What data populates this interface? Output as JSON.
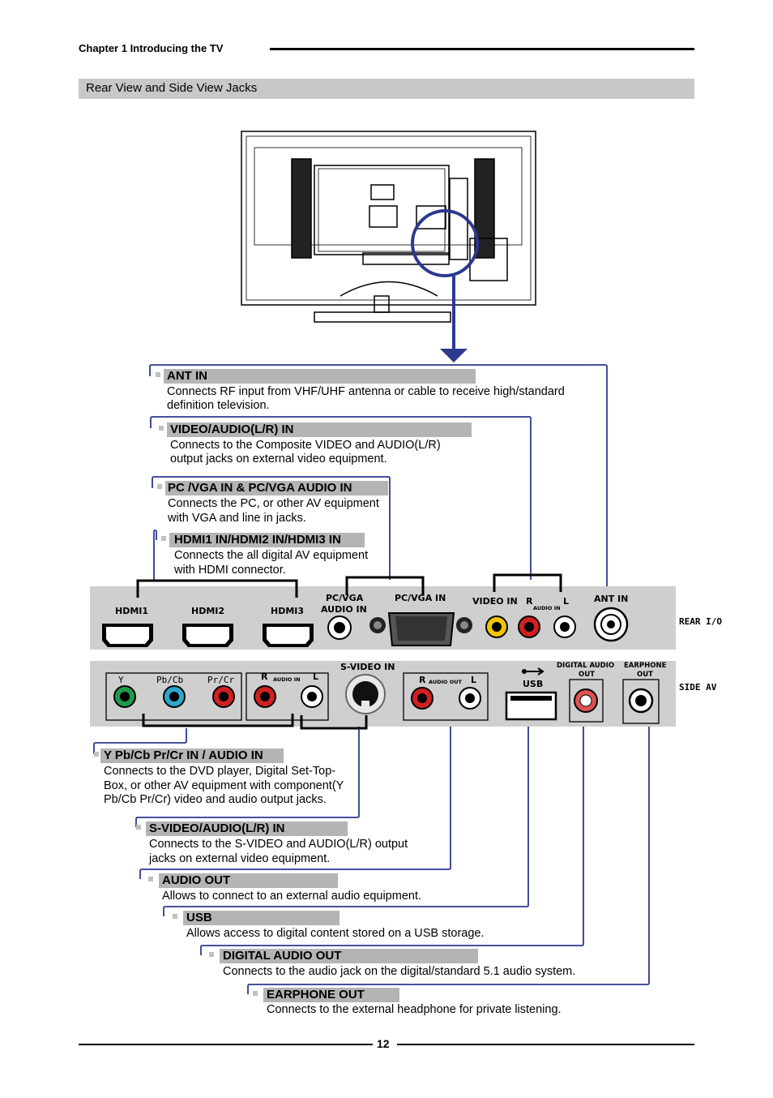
{
  "header": {
    "chapter": "Chapter 1  Introducing the TV"
  },
  "section": {
    "title": "Rear View and Side View Jacks"
  },
  "rear_panel": {
    "name": "REAR I/O",
    "hdmi1": "HDMI1",
    "hdmi2": "HDMI2",
    "hdmi3": "HDMI3",
    "pc_audio_line1": "PC/VGA",
    "pc_audio_line2": "AUDIO IN",
    "pc_in": "PC/VGA IN",
    "video_in": "VIDEO IN",
    "r": "R",
    "l": "L",
    "audio_in_small": "AUDIO IN",
    "ant_in": "ANT IN"
  },
  "side_panel": {
    "name": "SIDE AV",
    "y": "Y",
    "pb": "Pb/Cb",
    "pr": "Pr/Cr",
    "r": "R",
    "l": "L",
    "audio_in_small": "AUDIO IN",
    "svideo_in": "S-VIDEO IN",
    "audio_out_small": "AUDIO OUT",
    "usb": "USB",
    "digital_line1": "DIGITAL AUDIO",
    "digital_line2": "OUT",
    "earphone_line1": "EARPHONE",
    "earphone_line2": "OUT"
  },
  "callouts": [
    {
      "title": "ANT IN",
      "desc1": "Connects RF input from VHF/UHF antenna or cable to receive high/standard",
      "desc2": "definition television."
    },
    {
      "title": "VIDEO/AUDIO(L/R) IN",
      "desc1": "Connects to the Composite VIDEO and AUDIO(L/R)",
      "desc2": "output jacks on external video equipment."
    },
    {
      "title": "PC /VGA IN & PC/VGA AUDIO IN",
      "desc1": "Connects the PC, or other AV equipment",
      "desc2": "with VGA and line in jacks."
    },
    {
      "title": "HDMI1 IN/HDMI2 IN/HDMI3 IN",
      "desc1": "Connects the all digital AV equipment",
      "desc2": "with HDMI connector."
    },
    {
      "title": "Y Pb/Cb Pr/Cr IN / AUDIO IN",
      "desc1": "Connects to the DVD player, Digital Set-Top-",
      "desc2": "Box, or other AV equipment with component(Y",
      "desc3": "Pb/Cb Pr/Cr) video and audio output jacks."
    },
    {
      "title": "S-VIDEO/AUDIO(L/R) IN",
      "desc1": "Connects to the S-VIDEO and AUDIO(L/R) output",
      "desc2": "jacks on external video equipment."
    },
    {
      "title": "AUDIO OUT",
      "desc1": "Allows to connect to an external audio equipment."
    },
    {
      "title": "USB",
      "desc1": "Allows access to digital content stored on a USB storage."
    },
    {
      "title": "DIGITAL AUDIO OUT",
      "desc1": "Connects to the audio jack on the digital/standard 5.1 audio system."
    },
    {
      "title": "EARPHONE OUT",
      "desc1": "Connects to the external headphone for private listening."
    }
  ],
  "footer": {
    "page": "12"
  },
  "colors": {
    "callout_line": "#2b3990",
    "label_bar": "#b4b4b4",
    "panel": "#cfcfcf"
  }
}
